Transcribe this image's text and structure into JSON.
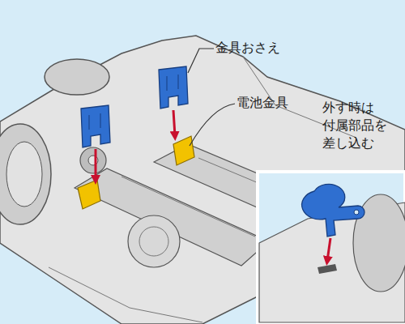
{
  "diagram": {
    "labels": [
      "金具おさえ",
      "電池金具",
      "外す時は 付属部品を 差し込む"
    ]
  }
}
